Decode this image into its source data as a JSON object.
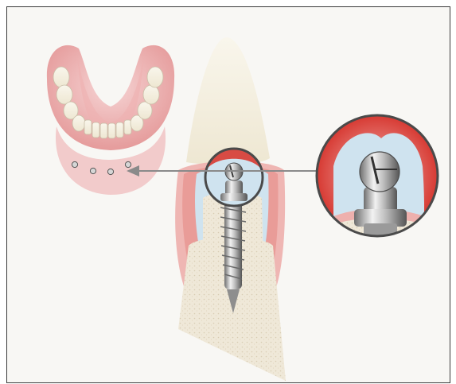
{
  "figure": {
    "frame_color": "#3a3a3a",
    "background": "#f8f7f4",
    "has_text_labels": false,
    "panels": [
      {
        "id": "denture",
        "icon": "overdenture-icon"
      },
      {
        "id": "cross-section",
        "icon": "tooth-implant-cross-section-icon"
      },
      {
        "id": "zoom",
        "icon": "ball-attachment-zoom-icon"
      }
    ],
    "arrow_color": "#8a8a8a",
    "colors": {
      "gum": "#e9a0a0",
      "gum_dark": "#d9463f",
      "tooth": "#f3efe2",
      "bone": "#ece4d3",
      "membrane": "#cfe4f0",
      "metal": "#b9b9b9"
    }
  }
}
